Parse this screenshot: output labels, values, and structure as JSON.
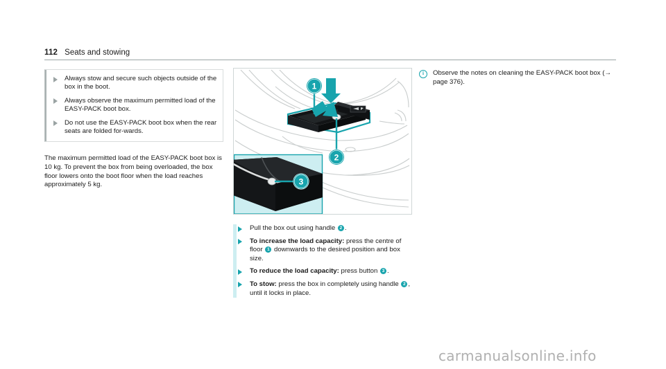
{
  "header": {
    "page_number": "112",
    "title": "Seats and stowing"
  },
  "left_column": {
    "warning_box": {
      "bullets": [
        "Always stow and secure such objects outside of the box in the boot.",
        "Always observe the maximum permitted load of the EASY-PACK boot box.",
        "Do not use the EASY-PACK boot box when the rear seats are folded for-wards."
      ]
    },
    "paragraph": "The maximum permitted load of the EASY-PACK boot box is 10 kg. To prevent the box from being overloaded, the box floor lowers onto the boot floor when the load reaches approximately 5 kg."
  },
  "middle_column": {
    "figure": {
      "alt": "EASY-PACK boot box in vehicle boot with callouts",
      "callouts": [
        "1",
        "2",
        "3"
      ],
      "inset_background": "#cdeef1",
      "accent_color": "#18a4ad"
    },
    "steps": [
      {
        "lead": "",
        "text_before": "Pull the box out using handle ",
        "badge": "2",
        "text_after": "."
      },
      {
        "lead": "To increase the load capacity:",
        "text_before": " press the centre of floor ",
        "badge": "1",
        "text_after": " downwards to the desired position and box size."
      },
      {
        "lead": "To reduce the load capacity:",
        "text_before": " press button ",
        "badge": "3",
        "text_after": "."
      },
      {
        "lead": "To stow:",
        "text_before": " press the box in completely using handle ",
        "badge": "2",
        "text_after": ", until it locks in place."
      }
    ]
  },
  "right_column": {
    "note": {
      "icon": "info-icon",
      "text": "Observe the notes on cleaning the EASY-PACK boot box (→ page 376)."
    }
  },
  "watermark": "carmanualsonline.info"
}
